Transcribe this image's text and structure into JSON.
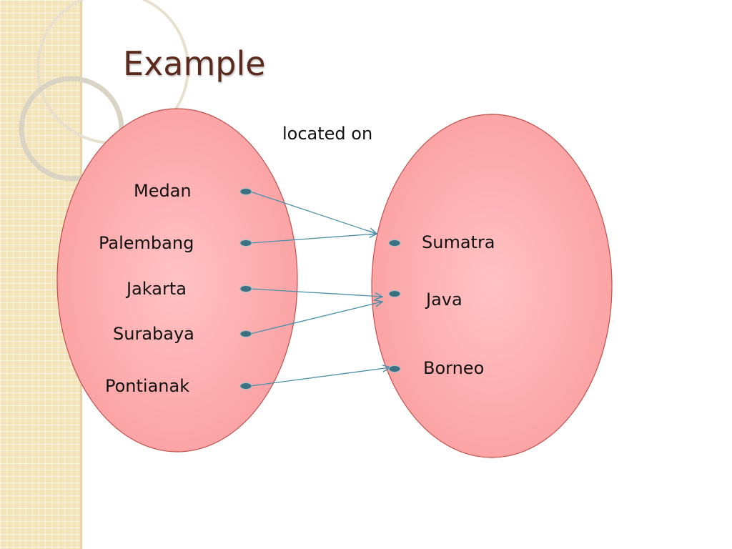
{
  "title": "Example",
  "relation_label": "located on",
  "domain_items": [
    "Medan",
    "Palembang",
    "Jakarta",
    "Surabaya",
    "Pontianak"
  ],
  "codomain_items": [
    "Sumatra",
    "Java",
    "Borneo"
  ],
  "mapping": [
    {
      "from": "Medan",
      "to": "Sumatra"
    },
    {
      "from": "Palembang",
      "to": "Sumatra"
    },
    {
      "from": "Jakarta",
      "to": "Java"
    },
    {
      "from": "Surabaya",
      "to": "Java"
    },
    {
      "from": "Pontianak",
      "to": "Borneo"
    }
  ],
  "colors": {
    "title": "#5b2a1d",
    "ellipse_fill": "#fca4a6",
    "ellipse_stroke": "#c0504d",
    "arrow": "#4a8fa8",
    "dot": "#3c6f80",
    "side_strip": "#f3e3b9"
  }
}
